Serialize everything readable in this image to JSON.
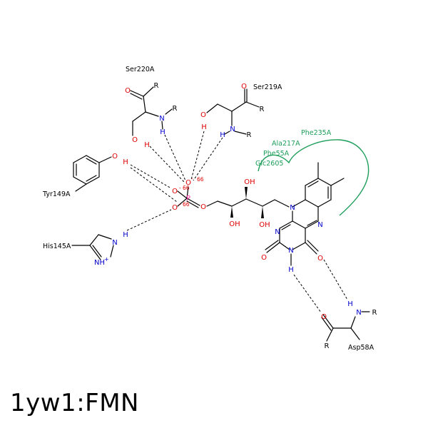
{
  "title": "1yw1:FMN",
  "colors": {
    "bond": "#000000",
    "oxygen": "#e00000",
    "nitrogen": "#0000cc",
    "phosphorus": "#ff33aa",
    "hydrophobic_contact": "#1e9e5a"
  },
  "residues": {
    "ser220": "Ser220A",
    "ser219": "Ser219A",
    "tyr149": "Tyr149A",
    "his145": "His145A",
    "asp58": "Asp58A",
    "phe235": "Phe235A",
    "ala217": "Ala217A",
    "phe55": "Phe55A",
    "glc2605": "Glc2605"
  },
  "atoms": {
    "O": "O",
    "N": "N",
    "H": "H",
    "R": "R",
    "P": "P",
    "OH": "OH",
    "NH": "NH",
    "plus": "+",
    "minus": "-",
    "charge": "66"
  }
}
